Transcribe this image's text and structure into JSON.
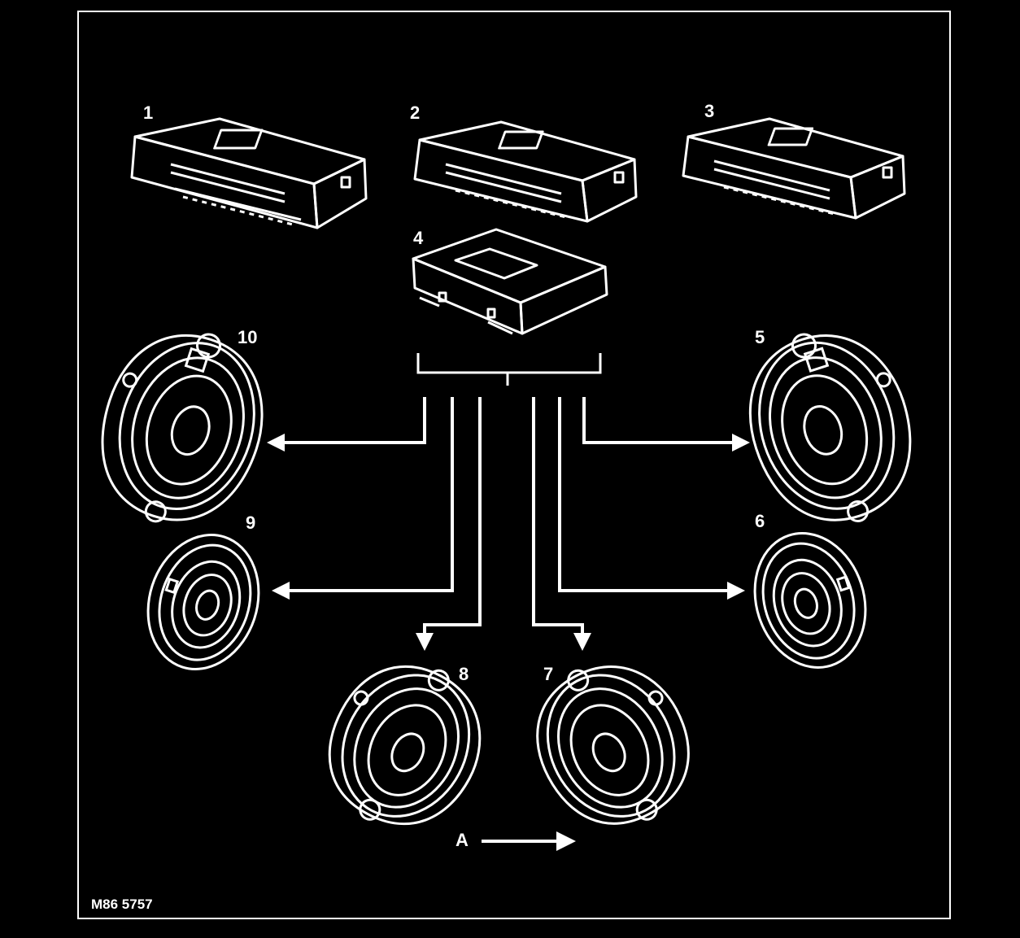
{
  "diagram": {
    "reference_code": "M86 5757",
    "direction_label": "A",
    "callouts": {
      "c1": "1",
      "c2": "2",
      "c3": "3",
      "c4": "4",
      "c5": "5",
      "c6": "6",
      "c7": "7",
      "c8": "8",
      "c9": "9",
      "c10": "10"
    },
    "colors": {
      "background": "#000000",
      "line": "#ffffff"
    }
  }
}
